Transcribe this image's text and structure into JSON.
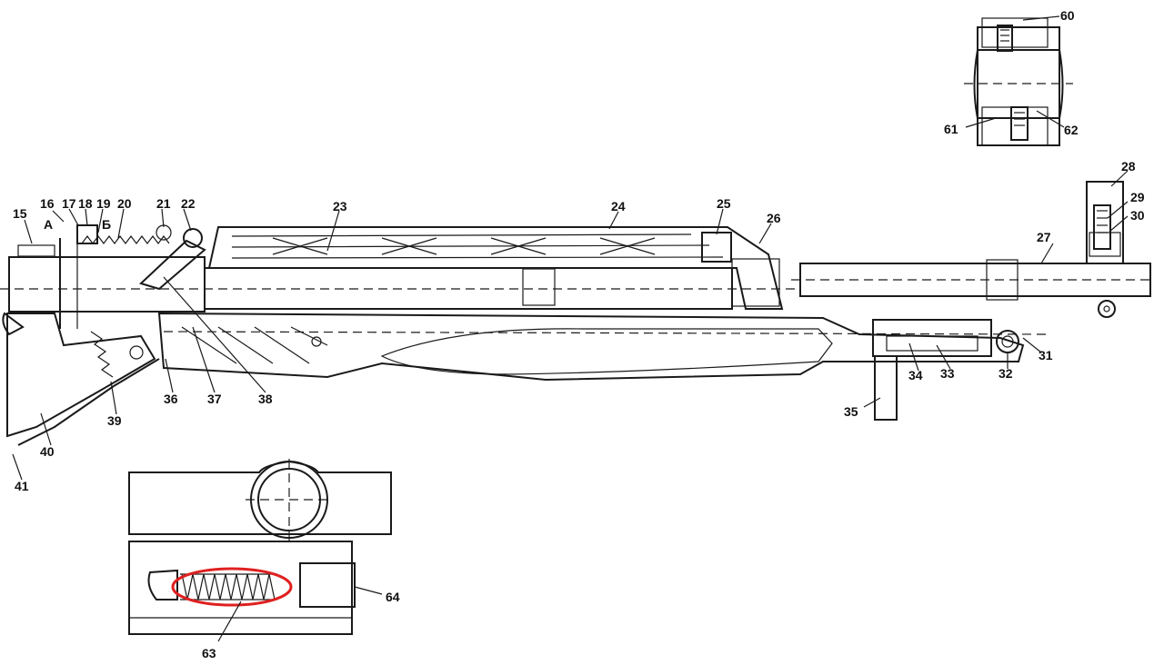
{
  "callouts": {
    "n15": "15",
    "n16": "16",
    "n17": "17",
    "n18": "18",
    "n19": "19",
    "n20": "20",
    "n21": "21",
    "n22": "22",
    "n23": "23",
    "n24": "24",
    "n25": "25",
    "n26": "26",
    "n27": "27",
    "n28": "28",
    "n29": "29",
    "n30": "30",
    "n31": "31",
    "n32": "32",
    "n33": "33",
    "n34": "34",
    "n35": "35",
    "n36": "36",
    "n37": "37",
    "n38": "38",
    "n39": "39",
    "n40": "40",
    "n41": "41",
    "n60": "60",
    "n61": "61",
    "n62": "62",
    "n63": "63",
    "n64": "64"
  },
  "markers": {
    "a": "A",
    "b": "Б"
  },
  "highlight": {
    "color": "#e02020",
    "target": "63"
  },
  "colors": {
    "ink": "#1a1a1a",
    "paper": "#ffffff"
  }
}
